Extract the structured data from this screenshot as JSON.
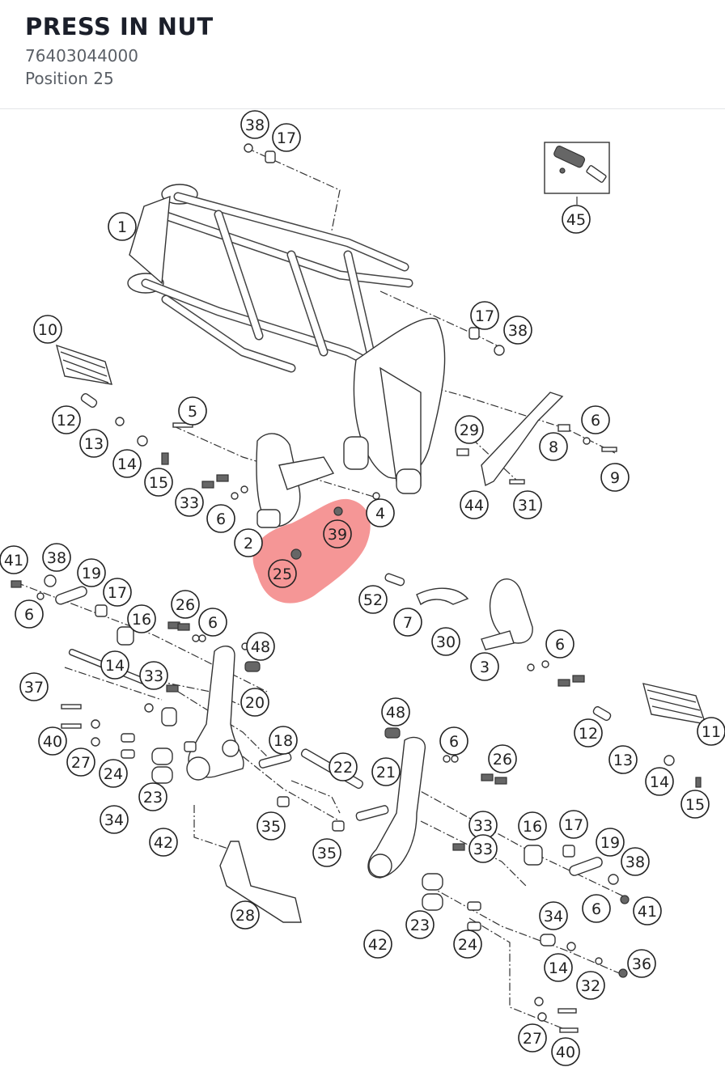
{
  "header": {
    "title": "PRESS IN NUT",
    "part_number": "76403044000",
    "position_label": "Position 25"
  },
  "highlight": {
    "position": "25",
    "related": "39",
    "color": "#ee5555"
  },
  "colors": {
    "text": "#1b1f2a",
    "subtext": "#5a5f66",
    "line": "#222222"
  },
  "callouts": [
    "38",
    "17",
    "45",
    "1",
    "17",
    "38",
    "10",
    "12",
    "13",
    "14",
    "15",
    "5",
    "29",
    "6",
    "8",
    "9",
    "44",
    "31",
    "33",
    "6",
    "4",
    "2",
    "39",
    "25",
    "41",
    "38",
    "19",
    "17",
    "6",
    "26",
    "6",
    "16",
    "52",
    "7",
    "30",
    "3",
    "6",
    "14",
    "33",
    "48",
    "37",
    "20",
    "33",
    "40",
    "27",
    "24",
    "18",
    "22",
    "48",
    "6",
    "26",
    "21",
    "12",
    "11",
    "13",
    "14",
    "15",
    "23",
    "34",
    "42",
    "35",
    "35",
    "16",
    "17",
    "19",
    "38",
    "33",
    "28",
    "42",
    "23",
    "24",
    "34",
    "6",
    "41",
    "14",
    "32",
    "36",
    "27",
    "40"
  ]
}
